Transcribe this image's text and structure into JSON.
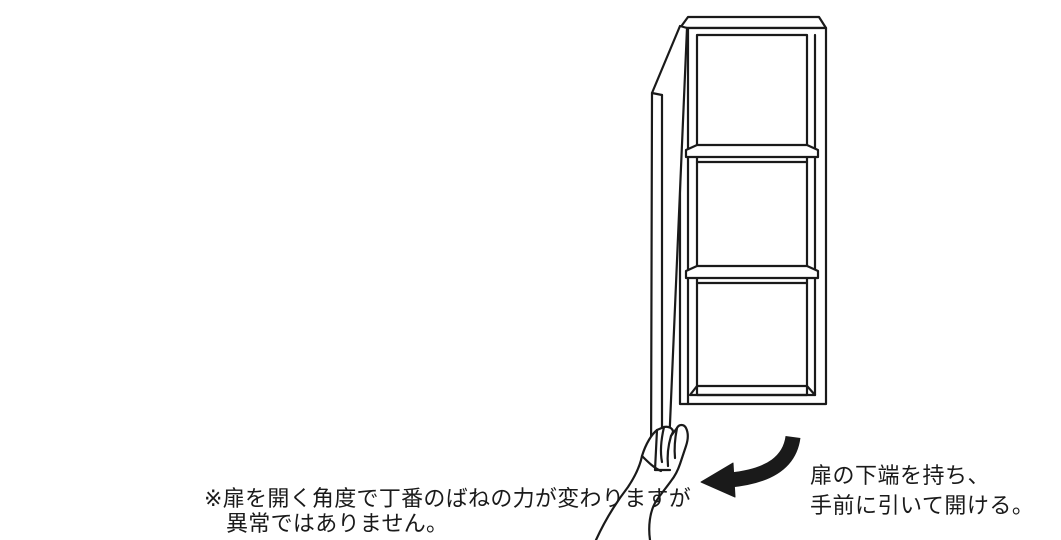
{
  "note": {
    "line1": "※扉を開く角度で丁番のばねの力が変わりますが",
    "line2": "異常ではありません。"
  },
  "instruction": {
    "line1": "扉の下端を持ち、",
    "line2": "手前に引いて開ける。"
  },
  "colors": {
    "line": "#1a1a1a",
    "fill": "#ffffff"
  },
  "icons": {
    "cabinet": "wall-cabinet-illustration",
    "door": "open-door-illustration",
    "hand": "hand-illustration",
    "arrow": "curved-arrow-icon"
  }
}
